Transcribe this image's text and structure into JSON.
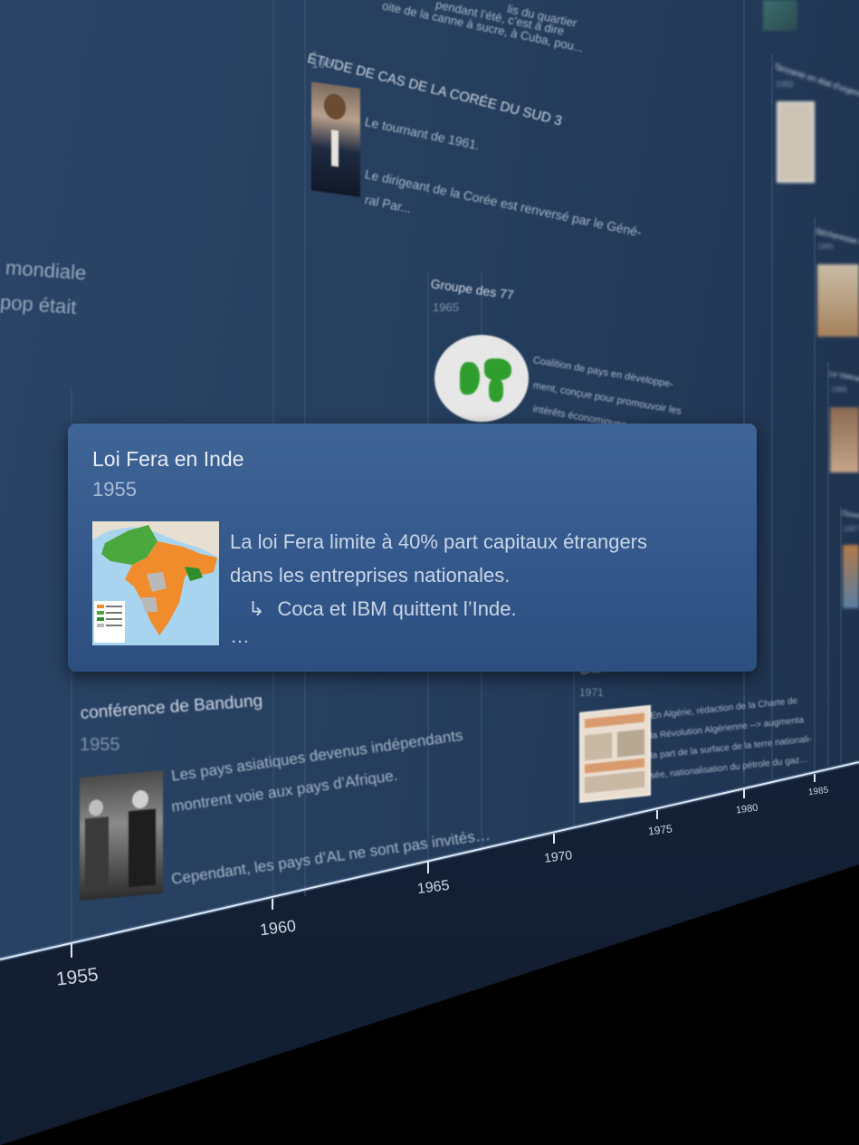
{
  "timeline": {
    "axis_ticks": [
      "1955",
      "1960",
      "1965",
      "1970",
      "1975",
      "1980",
      "1985"
    ]
  },
  "focused_event": {
    "title": "Loi Fera en Inde",
    "year": "1955",
    "description_line1": "La loi Fera limite à 40% part capitaux étrangers",
    "description_line2": "dans les entreprises nationales.",
    "arrow": "↳",
    "description_line3": "Coca et IBM quittent l’Inde.",
    "ellipsis": "…",
    "thumbnail": "india-partition-map"
  },
  "events": {
    "bandung": {
      "title": "conférence de Bandung",
      "year": "1955",
      "body1": "Les pays asiatiques devenus indépendants",
      "body2": "montrent voie aux pays d’Afrique.",
      "body3": "Cependant, les pays d’AL ne sont pas invités…"
    },
    "coree": {
      "title": "ÉTUDE DE CAS DE LA CORÉE DU SUD 3",
      "year": "1961",
      "body1": "Le tournant de 1961.",
      "body2": "Le dirigeant de la Corée est renversé par le Géné-",
      "body3": "ral Par..."
    },
    "g77": {
      "title": "Groupe des 77",
      "year": "1965",
      "body1": "Coalition de pays en développe-",
      "body2": "ment, conçue pour promouvoir les",
      "body3": "intérêts économiques et politiques"
    },
    "algerie": {
      "title": "Charte de la révolution agraire",
      "year": "1971",
      "body1": "En Algérie, rédaction de la Charte de",
      "body2": "la Révolution Algérienne --> augmenta",
      "body3": "la part de la surface de la terre nationali-",
      "body4": "sée, nationalisation du pétrole du gaz..."
    },
    "cuba": {
      "line1": "lis du quartier",
      "line2": "pendant l’été, c’est à dire",
      "line3": "oite de la canne à sucre, à Cuba, pou..."
    },
    "left_fragment": {
      "line1": "mondiale",
      "line2": "pop était"
    },
    "tanzanie": {
      "title": "Tanzanie en état d'urgence",
      "year": "1982"
    },
    "secheresse": {
      "title": "Sécheresse en Ethi",
      "year": "1985"
    },
    "vietnam": {
      "title": "Le Vietnam s",
      "year": "1986"
    },
    "ouverture": {
      "title": "Ouvert",
      "year": "1987"
    }
  },
  "colors": {
    "wall": "#27405f",
    "card": "#3a5e91",
    "axis": "#c8d6e6",
    "map_orange": "#f08c2c",
    "map_green": "#3fa33a"
  }
}
